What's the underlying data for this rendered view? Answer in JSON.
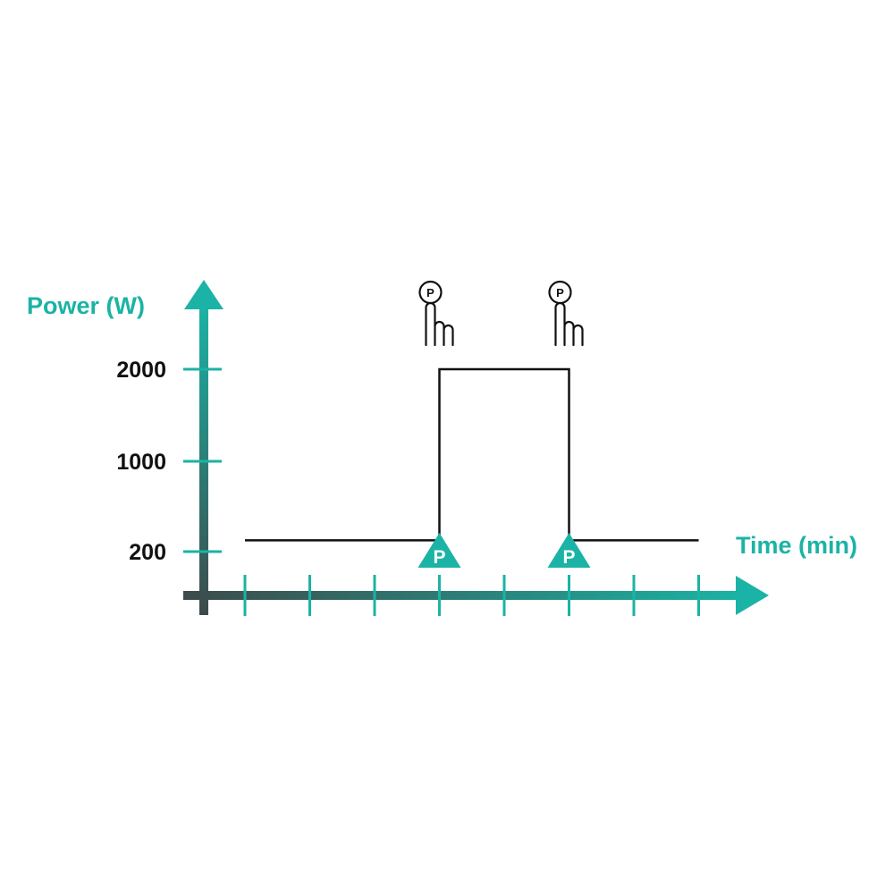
{
  "chart_data": {
    "type": "line",
    "ylabel": "Power (W)",
    "xlabel": "Time (min)",
    "y_ticks": [
      "2000",
      "1000",
      "200"
    ],
    "x_tick_count": 8,
    "series": [
      {
        "values": [
          {
            "x": 0,
            "y": 300
          },
          {
            "x": 3,
            "y": 300
          },
          {
            "x": 3,
            "y": 2000
          },
          {
            "x": 5,
            "y": 2000
          },
          {
            "x": 5,
            "y": 300
          },
          {
            "x": 7,
            "y": 300
          }
        ]
      }
    ],
    "markers": [
      {
        "x": 3,
        "letter": "P",
        "button_letter": "P"
      },
      {
        "x": 5,
        "letter": "P",
        "button_letter": "P"
      }
    ]
  },
  "colors": {
    "accent": "#1bb3a5",
    "axis_dark": "#3d4a4a",
    "line": "#111111"
  },
  "icons": [
    "press-button-hand-icon",
    "pause-marker-triangle-icon"
  ]
}
